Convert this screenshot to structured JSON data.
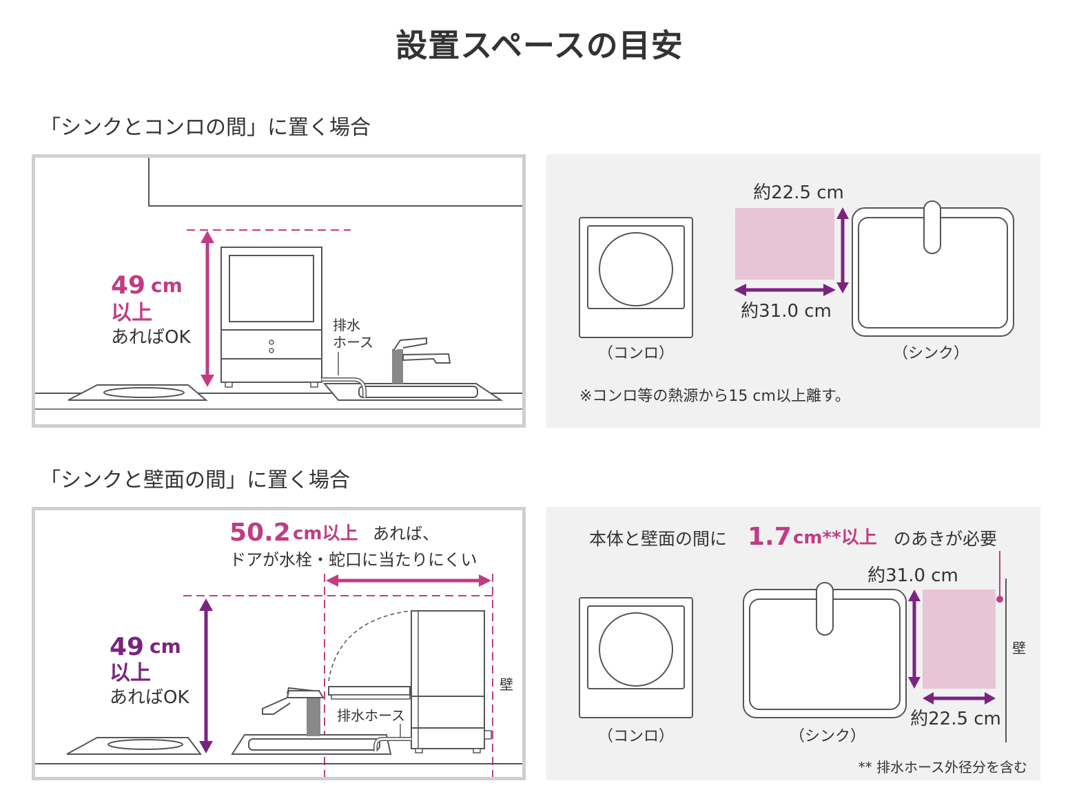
{
  "title": "設置スペースの目安",
  "colors": {
    "pink": "#c03c82",
    "purple": "#7a2480",
    "pink_fill": "#e7c4d6",
    "line": "#555555",
    "panel_gray": "#f1f1f1"
  },
  "section1": {
    "heading": "「シンクとコンロの間」に置く場合",
    "left": {
      "height_value": "49",
      "height_unit": "cm",
      "height_suffix": "以上",
      "ok_text": "あればOK",
      "hose_label_1": "排水",
      "hose_label_2": "ホース"
    },
    "right": {
      "depth_label": "約22.5 cm",
      "width_label": "約31.0 cm",
      "stove_label": "（コンロ）",
      "sink_label": "（シンク）",
      "note": "※コンロ等の熱源から15 cm以上離す。"
    }
  },
  "section2": {
    "heading": "「シンクと壁面の間」に置く場合",
    "left": {
      "distance_value": "50.2",
      "distance_unit": "cm以上",
      "distance_suffix": "あれば、",
      "distance_line2": "ドアが水栓・蛇口に当たりにくい",
      "height_value": "49",
      "height_unit": "cm",
      "height_suffix": "以上",
      "ok_text": "あればOK",
      "hose_label": "排水ホース",
      "wall_label": "壁"
    },
    "right": {
      "gap_prefix": "本体と壁面の間に",
      "gap_value": "1.7",
      "gap_unit": "cm**以上",
      "gap_suffix": "のあきが必要",
      "width_label": "約31.0 cm",
      "depth_label": "約22.5 cm",
      "stove_label": "（コンロ）",
      "sink_label": "（シンク）",
      "wall_label": "壁",
      "footnote": "** 排水ホース外径分を含む"
    }
  }
}
